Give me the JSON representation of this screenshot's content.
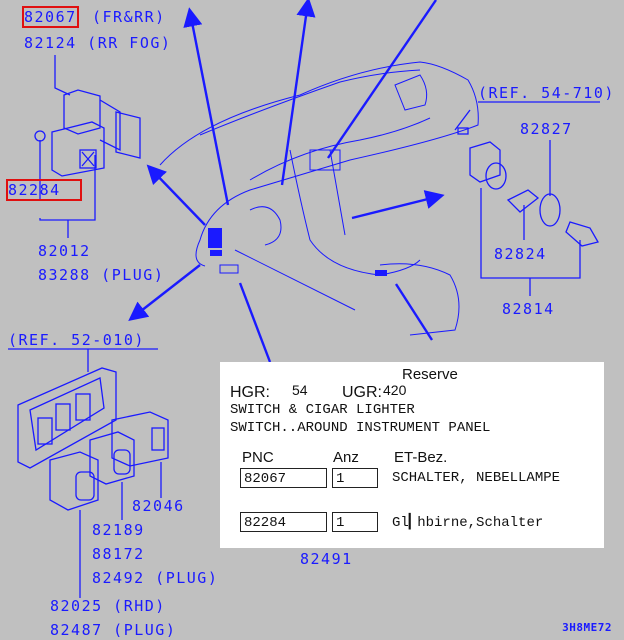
{
  "diagram": {
    "labels": {
      "p82067": "82067",
      "p82067_note": "(FR&RR)",
      "p82124": "82124 (RR FOG)",
      "p82284": "82284",
      "p82012": "82012",
      "p83288": "83288 (PLUG)",
      "ref54": "(REF. 54-710)",
      "p82827": "82827",
      "p82824": "82824",
      "p82814": "82814",
      "ref52": "(REF. 52-010)",
      "p82046": "82046",
      "p82189": "82189",
      "p88172": "88172",
      "p82492": "82492 (PLUG)",
      "p82025": "82025 (RHD)",
      "p82487": "82487 (PLUG)",
      "p82491": "82491",
      "code": "3H8ME72"
    },
    "line_color": "#1a1aff",
    "highlight_color": "#e01010"
  },
  "info_panel": {
    "reserve": "Reserve",
    "hgr_label": "HGR:",
    "hgr_value": "54",
    "ugr_label": "UGR:",
    "ugr_value": "420",
    "line1": "SWITCH & CIGAR LIGHTER",
    "line2": "SWITCH..AROUND INSTRUMENT PANEL",
    "col_pnc": "PNC",
    "col_anz": "Anz",
    "col_etbez": "ET-Bez.",
    "rows": [
      {
        "pnc": "82067",
        "anz": "1",
        "desc": "SCHALTER, NEBELLAMPE"
      },
      {
        "pnc": "82284",
        "anz": "1",
        "desc": "Gl▎hbirne,Schalter"
      }
    ]
  }
}
